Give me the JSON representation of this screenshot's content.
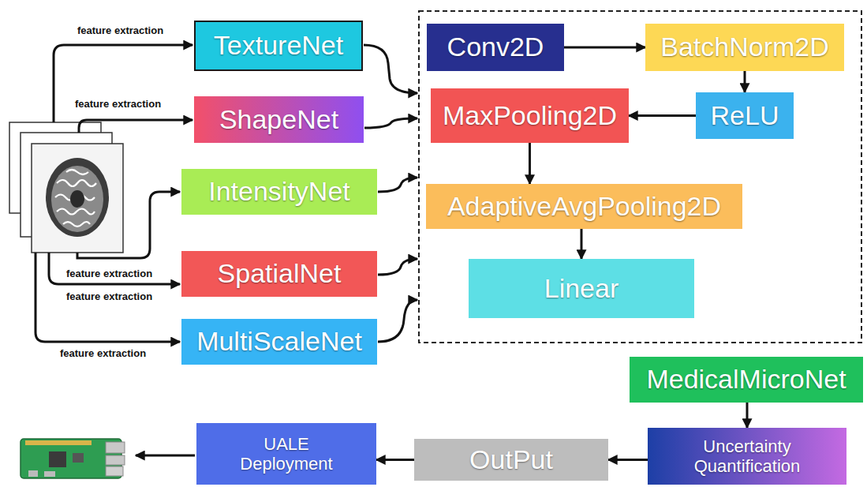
{
  "diagram": {
    "nodes": [
      {
        "text": [
          "TextureNet"
        ]
      },
      {
        "text": [
          "ShapeNet"
        ]
      },
      {
        "text": [
          "IntensityNet"
        ]
      },
      {
        "text": [
          "SpatialNet"
        ]
      },
      {
        "text": [
          "MultiScaleNet"
        ]
      },
      {
        "text": [
          "Conv2D"
        ]
      },
      {
        "text": [
          "BatchNorm2D"
        ]
      },
      {
        "text": [
          "ReLU"
        ]
      },
      {
        "text": [
          "MaxPooling2D"
        ]
      },
      {
        "text": [
          "AdaptiveAvgPooling2D"
        ]
      },
      {
        "text": [
          "Linear"
        ]
      },
      {
        "text": [
          "MedicalMicroNet"
        ]
      },
      {
        "text": [
          "Uncertainty Quantification"
        ]
      },
      {
        "text": [
          "OutPut"
        ]
      },
      {
        "text": [
          "UALE Deployment"
        ]
      }
    ],
    "edges": [
      {
        "from": 5,
        "to": 6,
        "arrow": "to"
      },
      {
        "from": 6,
        "to": 7,
        "arrow": "to"
      },
      {
        "from": 7,
        "to": 8,
        "arrow": "to"
      },
      {
        "from": 8,
        "to": 9,
        "arrow": "to"
      },
      {
        "from": 9,
        "to": 10,
        "arrow": "to"
      },
      {
        "from": 11,
        "to": 12,
        "arrow": "to"
      },
      {
        "from": 12,
        "to": 13,
        "arrow": "to"
      },
      {
        "from": 13,
        "to": 14,
        "arrow": "to"
      }
    ],
    "labels": [
      "feature extraction",
      "feature extraction",
      "feature extraction",
      "feature extraction",
      "feature extraction"
    ]
  }
}
